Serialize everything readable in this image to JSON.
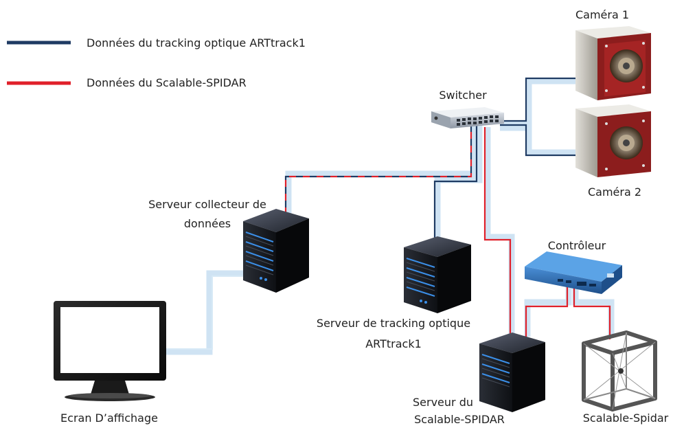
{
  "legend": {
    "optical_label": "Données du tracking optique ARTtrack1",
    "optical_color": "#1f3b63",
    "spidar_label": "Données du Scalable-SPIDAR",
    "spidar_color": "#e0202a"
  },
  "nodes": {
    "camera1": "Caméra 1",
    "camera2": "Caméra 2",
    "switcher": "Switcher",
    "collector_line1": "Serveur  collecteur de",
    "collector_line2": "données",
    "tracking_line1": "Serveur de tracking optique",
    "tracking_line2": "ARTtrack1",
    "controller": "Contrôleur",
    "spidar_server_line1": "Serveur du",
    "spidar_server_line2": "Scalable-SPIDAR",
    "display": "Ecran D’affichage",
    "spidar": "Scalable-Spidar"
  },
  "colors": {
    "cable_halo": "#cfe3f3",
    "server_body": "#1b1e24",
    "server_led": "#3b8fe8",
    "controller_body": "#2e6fb5",
    "camera_body": "#c9c6bf",
    "camera_front": "#8c1d1d"
  }
}
